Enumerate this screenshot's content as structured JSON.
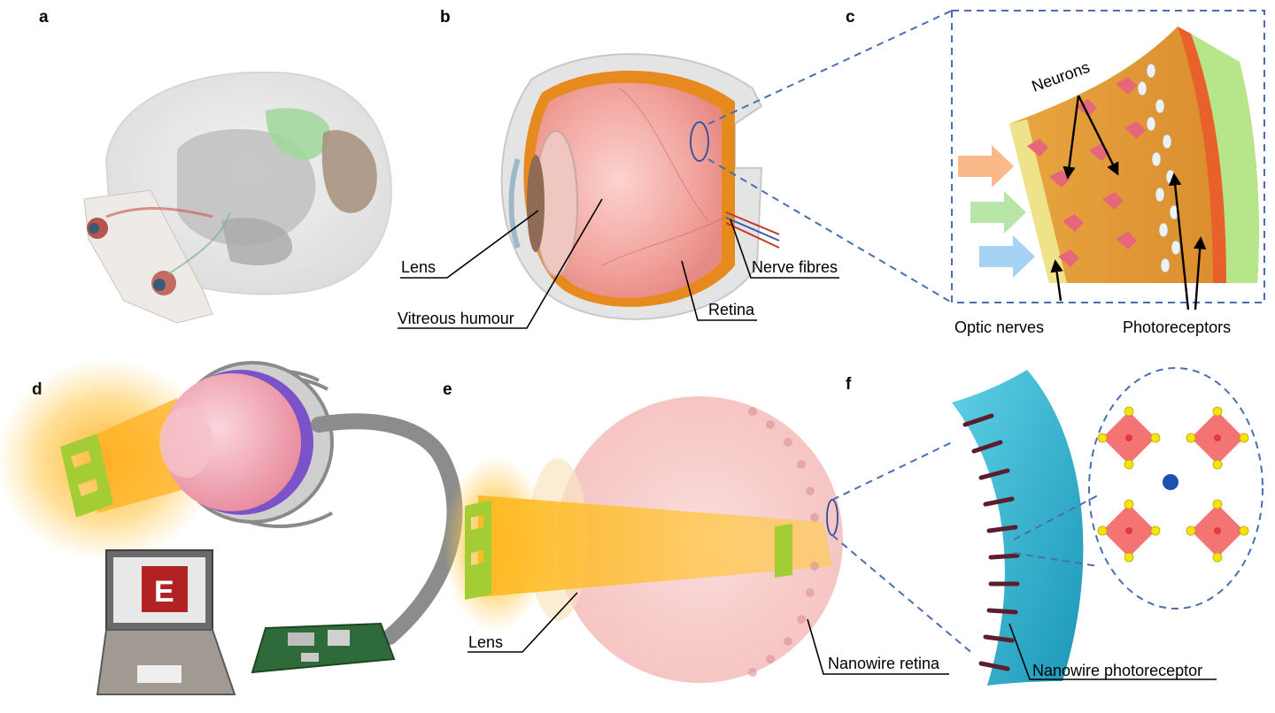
{
  "panels": {
    "a": "a",
    "b": "b",
    "c": "c",
    "d": "d",
    "e": "e",
    "f": "f"
  },
  "labels": {
    "b_lens": "Lens",
    "b_vitreous": "Vitreous humour",
    "b_retina": "Retina",
    "b_nerve_fibres": "Nerve fibres",
    "c_neurons": "Neurons",
    "c_optic_nerves": "Optic nerves",
    "c_photoreceptors": "Photoreceptors",
    "d_screen_letter": "E",
    "e_lens": "Lens",
    "e_nanowire_retina": "Nanowire retina",
    "f_nanowire_photoreceptor": "Nanowire photoreceptor"
  },
  "colors": {
    "dashed_callout": "#4a6fb0",
    "light_glow": "#ffb020",
    "retina_orange": "#e88a1c",
    "eye_pink": "#f4a6a0",
    "nanowire_cyan": "#2fb8d6",
    "octahedron_red": "#f25a5a",
    "atom_yellow": "#f5e30a",
    "cation_blue": "#1f4fb0"
  }
}
